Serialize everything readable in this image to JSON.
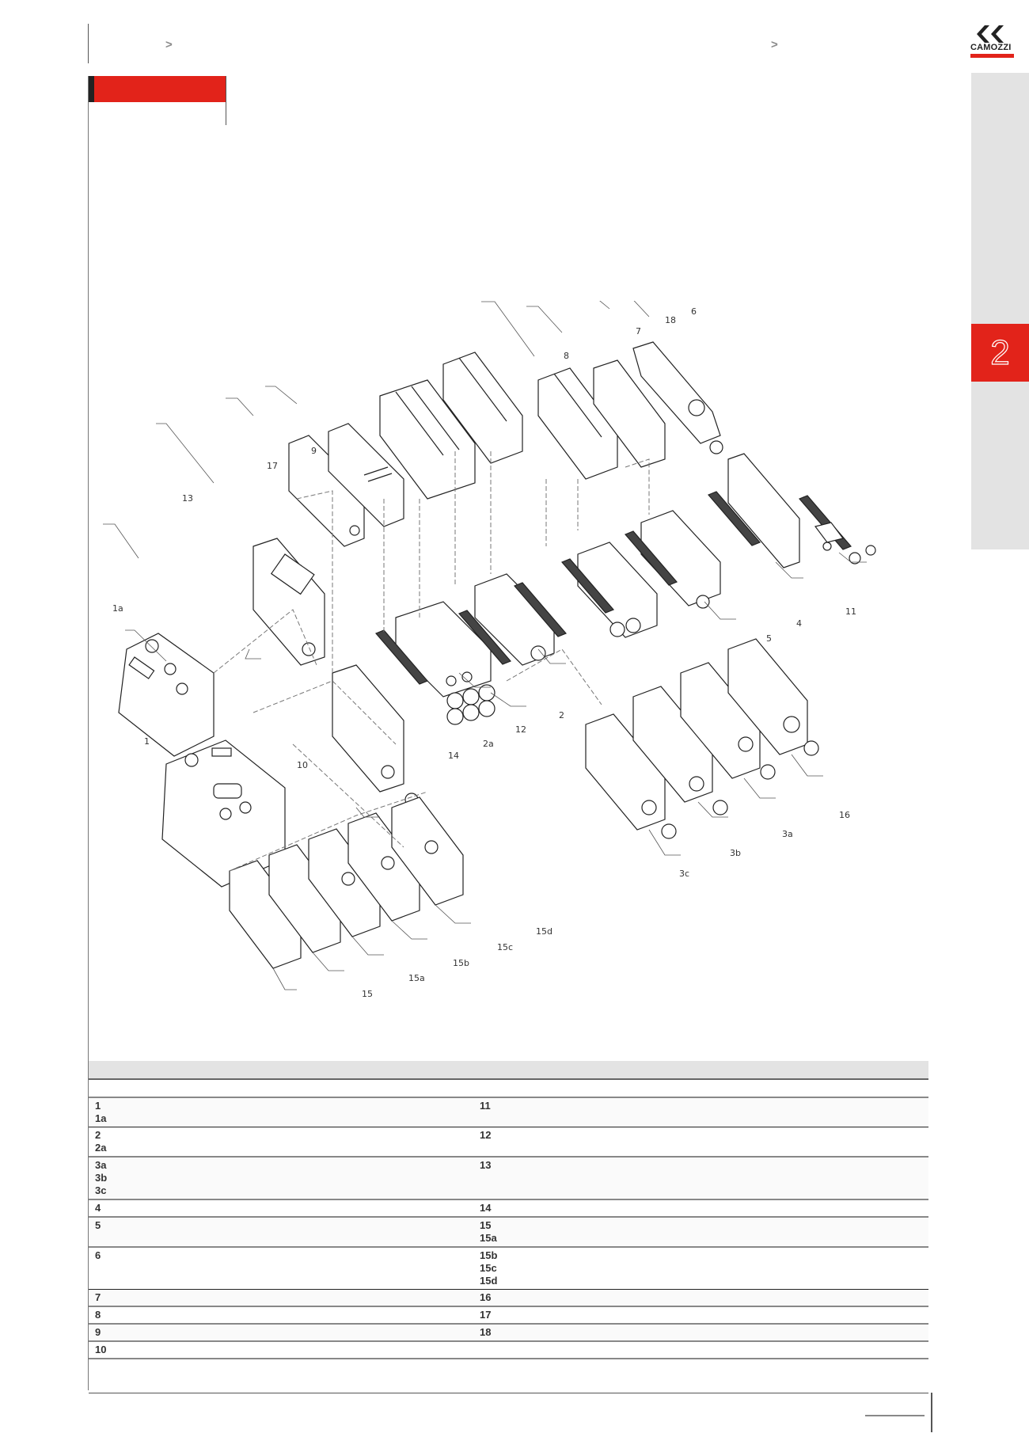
{
  "header": {
    "breadcrumb_left_separator": ">",
    "breadcrumb_right_separator": ">",
    "brand": {
      "logo_text": "CAMOZZI",
      "accent_color": "#e2231a"
    }
  },
  "side_tab": {
    "section_number": "2",
    "tab_color": "#e2231a",
    "tab_bg": "#e3e3e3"
  },
  "diagram": {
    "type": "exploded-view",
    "callouts": [
      {
        "id": "1",
        "label": "1"
      },
      {
        "id": "1a",
        "label": "1a"
      },
      {
        "id": "2",
        "label": "2"
      },
      {
        "id": "2a",
        "label": "2a"
      },
      {
        "id": "3a",
        "label": "3a"
      },
      {
        "id": "3b",
        "label": "3b"
      },
      {
        "id": "3c",
        "label": "3c"
      },
      {
        "id": "4",
        "label": "4"
      },
      {
        "id": "5",
        "label": "5"
      },
      {
        "id": "6",
        "label": "6"
      },
      {
        "id": "7",
        "label": "7"
      },
      {
        "id": "8",
        "label": "8"
      },
      {
        "id": "9",
        "label": "9"
      },
      {
        "id": "10",
        "label": "10"
      },
      {
        "id": "11",
        "label": "11"
      },
      {
        "id": "12",
        "label": "12"
      },
      {
        "id": "13",
        "label": "13"
      },
      {
        "id": "14",
        "label": "14"
      },
      {
        "id": "15",
        "label": "15"
      },
      {
        "id": "15a",
        "label": "15a"
      },
      {
        "id": "15b",
        "label": "15b"
      },
      {
        "id": "15c",
        "label": "15c"
      },
      {
        "id": "15d",
        "label": "15d"
      },
      {
        "id": "16",
        "label": "16"
      },
      {
        "id": "17",
        "label": "17"
      },
      {
        "id": "18",
        "label": "18"
      }
    ]
  },
  "legend_table": {
    "rows": [
      {
        "left": [
          "1",
          "1a"
        ],
        "right": [
          "11"
        ]
      },
      {
        "left": [
          "2",
          "2a"
        ],
        "right": [
          "12"
        ]
      },
      {
        "left": [
          "3a",
          "3b",
          "3c"
        ],
        "right": [
          "13"
        ]
      },
      {
        "left": [
          "4"
        ],
        "right": [
          "14"
        ]
      },
      {
        "left": [
          "5"
        ],
        "right": [
          "15",
          "15a"
        ]
      },
      {
        "left": [
          "6"
        ],
        "right": [
          "15b",
          "15c",
          "15d"
        ]
      },
      {
        "left": [
          "7"
        ],
        "right": [
          "16"
        ]
      },
      {
        "left": [
          "8"
        ],
        "right": [
          "17"
        ]
      },
      {
        "left": [
          "9"
        ],
        "right": [
          "18"
        ]
      },
      {
        "left": [
          "10"
        ],
        "right": []
      }
    ]
  }
}
